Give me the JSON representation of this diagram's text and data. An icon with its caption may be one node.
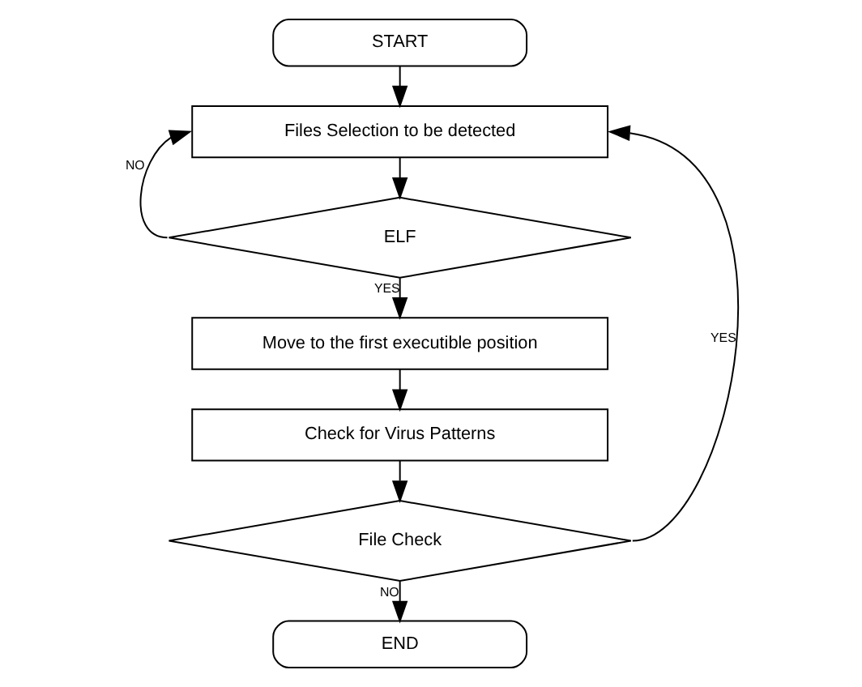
{
  "diagram": {
    "nodes": [
      {
        "text": [
          "START"
        ]
      },
      {
        "text": [
          "Files Selection to be detected"
        ]
      },
      {
        "text": [
          "ELF"
        ]
      },
      {
        "text": [
          "Move to the first executible position"
        ]
      },
      {
        "text": [
          "Check for Virus Patterns"
        ]
      },
      {
        "text": [
          "File Check"
        ]
      },
      {
        "text": [
          "END"
        ]
      }
    ],
    "edges": [
      {
        "from": 0,
        "to": 1,
        "arrow": "to"
      },
      {
        "from": 1,
        "to": 2,
        "arrow": "to"
      },
      {
        "from": 2,
        "to": 1,
        "arrow": "to",
        "label": "NO"
      },
      {
        "from": 2,
        "to": 3,
        "arrow": "to",
        "label": "YES"
      },
      {
        "from": 3,
        "to": 4,
        "arrow": "to"
      },
      {
        "from": 4,
        "to": 5,
        "arrow": "to"
      },
      {
        "from": 5,
        "to": 1,
        "arrow": "to",
        "label": "YES"
      },
      {
        "from": 5,
        "to": 6,
        "arrow": "to",
        "label": "NO"
      }
    ]
  }
}
